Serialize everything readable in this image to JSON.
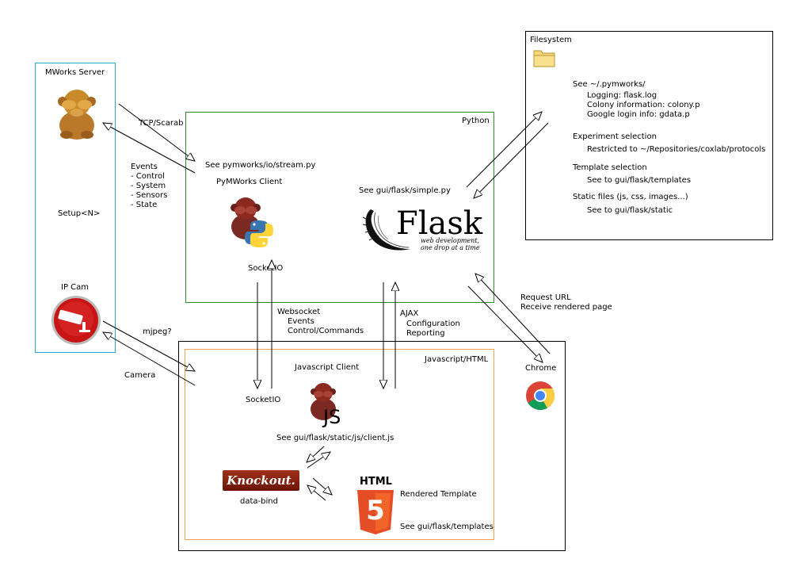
{
  "mworks": {
    "title": "MWorks Server",
    "setup": "Setup<N>",
    "ipcam": "IP Cam",
    "border_color": "#29a9c9"
  },
  "python": {
    "title": "Python",
    "client": "PyMWorks Client",
    "stream_ref": "See pymworks/io/stream.py",
    "socketio": "SocketIO",
    "simple_ref": "See gui/flask/simple.py",
    "flask_logo": "Flask",
    "flask_tagline_1": "web development,",
    "flask_tagline_2": "one drop at a time",
    "border_color": "#2e8b2e"
  },
  "filesystem": {
    "title": "Filesystem",
    "see": "See ~/.pymworks/",
    "logging": "Logging: flask.log",
    "colony": "Colony information: colony.p",
    "google": "Google login info: gdata.p",
    "experiment_title": "Experiment selection",
    "experiment_detail": "Restricted to ~/Repositories/coxlab/protocols",
    "template_title": "Template selection",
    "template_detail": "See to gui/flask/templates",
    "static_title": "Static files (js, css, images...)",
    "static_detail": "See to gui/flask/static"
  },
  "browser": {
    "title": "Chrome",
    "inner_title": "Javascript/HTML",
    "client": "Javascript Client",
    "socketio": "SocketIO",
    "js_logo": "JS",
    "client_ref": "See gui/flask/static/js/client.js",
    "knockout_logo": "Knockout.",
    "databind": "data-bind",
    "html_logo": "HTML",
    "html5_digit": "5",
    "rendered": "Rendered Template",
    "templates_ref": "See gui/flask/templates",
    "inner_border_color": "#f0a050"
  },
  "connections": {
    "tcp": "TCP/Scarab",
    "events": "Events",
    "control": "- Control",
    "system": "- System",
    "sensors": "- Sensors",
    "state": "- State",
    "mjpeg": "mjpeg?",
    "camera": "Camera",
    "websocket": "Websocket",
    "ws_events": "Events",
    "ws_control": "Control/Commands",
    "ajax": "AJAX",
    "ajax_config": "Configuration",
    "ajax_reporting": "Reporting",
    "request_url": "Request URL",
    "receive_page": "Receive rendered page"
  },
  "icons": [
    "monkey-icon",
    "python-logo-icon",
    "ip-camera-icon",
    "folder-icon",
    "chrome-icon",
    "flask-horn-icon",
    "html5-shield-icon",
    "knockout-logo"
  ],
  "colors": {
    "python_blue": "#3a75b0",
    "python_yellow": "#ffd43b",
    "camera_red": "#c81414",
    "html5_orange": "#e44d26",
    "folder": "#f6d77a",
    "monkey_gold": "#c98a2a",
    "monkey_red": "#8a2a20"
  }
}
